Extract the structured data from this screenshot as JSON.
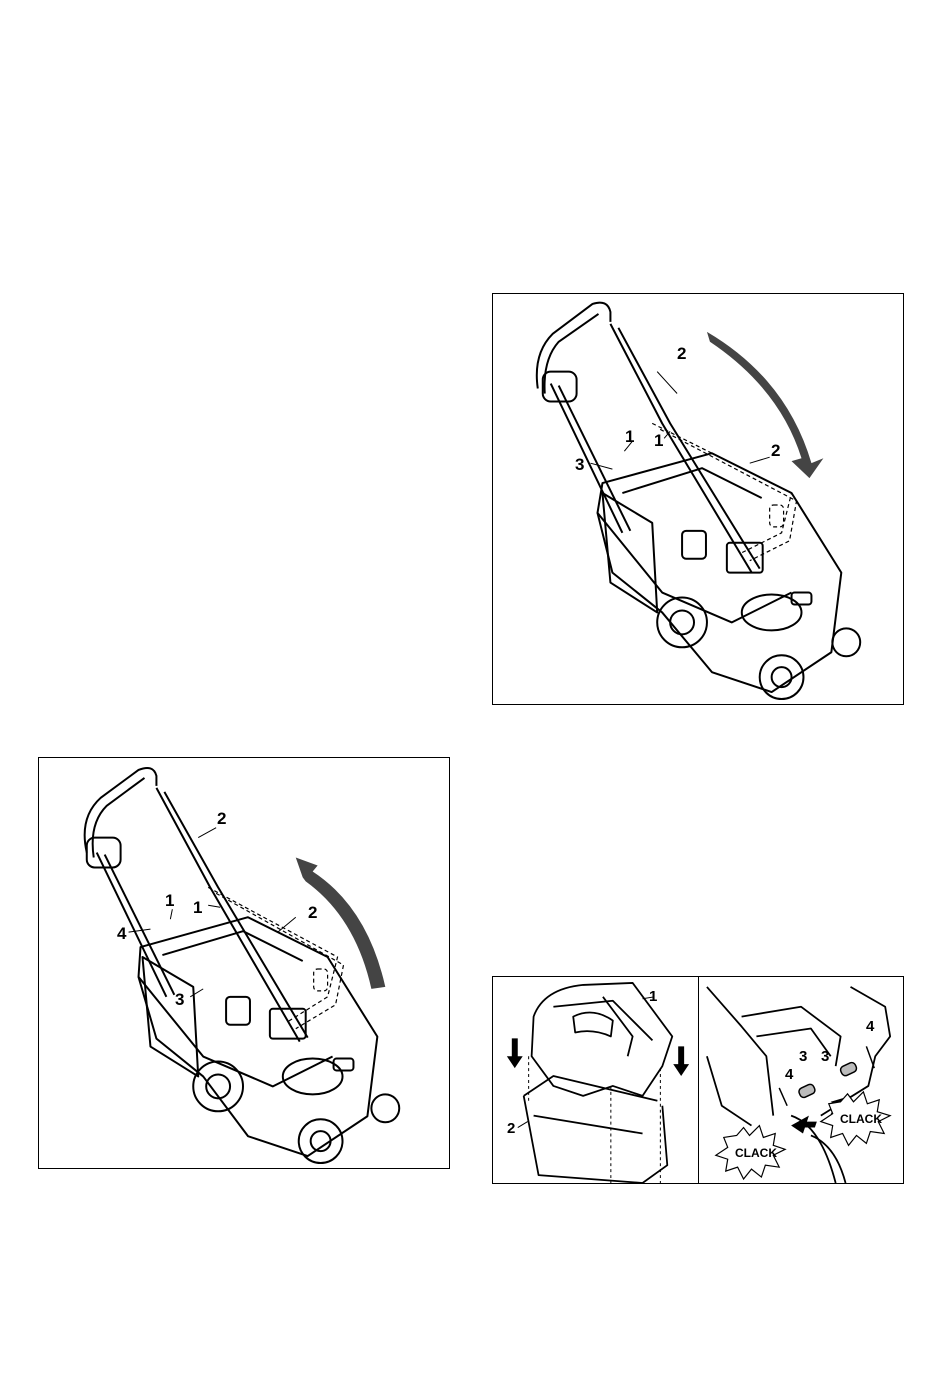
{
  "figures": {
    "fold_down": {
      "labels": {
        "l1a": "1",
        "l1b": "1",
        "l2a": "2",
        "l2b": "2",
        "l3": "3"
      }
    },
    "fold_up": {
      "labels": {
        "l1a": "1",
        "l1b": "1",
        "l2a": "2",
        "l2b": "2",
        "l3": "3",
        "l4": "4"
      }
    },
    "grass_box": {
      "left_labels": {
        "l1": "1",
        "l2": "2"
      },
      "right_labels": {
        "l3a": "3",
        "l3b": "3",
        "l4a": "4",
        "l4b": "4"
      },
      "clack_left": "CLACK",
      "clack_right": "CLACK"
    }
  }
}
